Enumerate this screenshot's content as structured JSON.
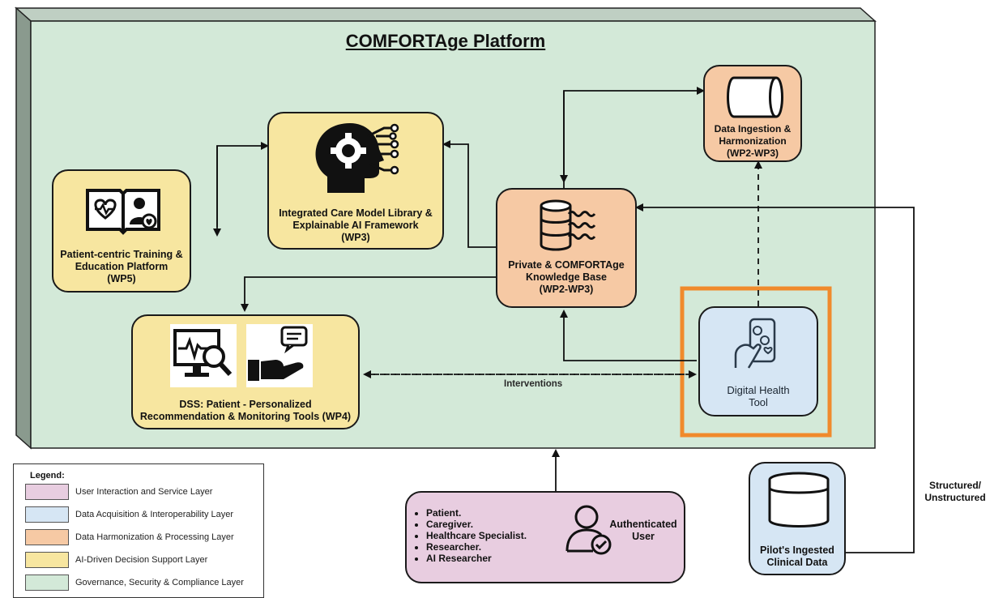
{
  "platform": {
    "title": "COMFORTAge Platform"
  },
  "nodes": {
    "care_model": "Integrated Care Model Library &\nExplainable AI Framework\n(WP3)",
    "training": "Patient-centric Training &\nEducation Platform\n(WP5)",
    "knowledge": "Private & COMFORTAge\nKnowledge Base\n(WP2-WP3)",
    "ingestion": "Data Ingestion &\nHarmonization\n(WP2-WP3)",
    "dss": "DSS: Patient - Personalized\nRecommendation & Monitoring Tools (WP4)",
    "digital_health": "Digital Health\nTool",
    "clinical": "Pilot's Ingested\nClinical Data",
    "user": "Authenticated\nUser"
  },
  "edge_labels": {
    "interventions": "Interventions",
    "structured": "Structured/\nUnstructured"
  },
  "user_roles": [
    "Patient.",
    "Caregiver.",
    "Healthcare Specialist.",
    "Researcher.",
    "AI Researcher"
  ],
  "legend": {
    "title": "Legend:",
    "items": [
      {
        "label": "User Interaction and Service Layer",
        "color": "#e8cde0"
      },
      {
        "label": "Data Acquisition & Interoperability Layer",
        "color": "#d6e6f4"
      },
      {
        "label": "Data Harmonization & Processing Layer",
        "color": "#f6c9a4"
      },
      {
        "label": "AI-Driven Decision Support Layer",
        "color": "#f7e6a0"
      },
      {
        "label": "Governance, Security & Compliance Layer",
        "color": "#d3e9d8"
      }
    ]
  },
  "colors": {
    "governance": "#d3e9d8",
    "highlight": "#f08a2c"
  }
}
